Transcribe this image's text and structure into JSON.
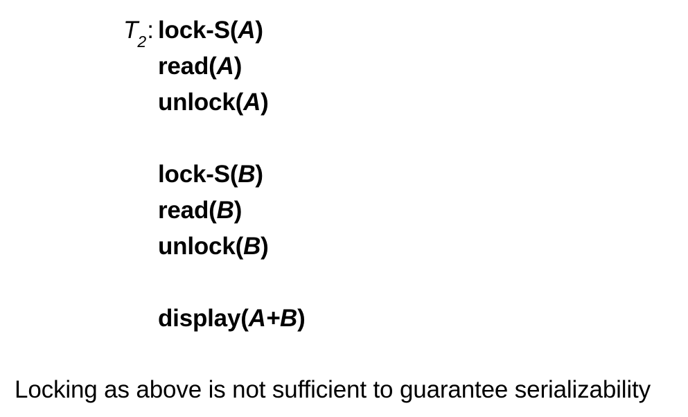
{
  "slide": {
    "background_color": "#ffffff",
    "text_color": "#000000",
    "transaction": {
      "label_base": "T",
      "label_subscript": "2",
      "label_colon": ":",
      "lines": [
        {
          "op": "lock-S",
          "open": "(",
          "arg": "A",
          "close": ")",
          "blank": false
        },
        {
          "op": "read",
          "open": "(",
          "arg": "A",
          "close": ")",
          "blank": false
        },
        {
          "op": "unlock",
          "open": "(",
          "arg": "A",
          "close": ")",
          "blank": false
        },
        {
          "op": "",
          "open": "",
          "arg": "",
          "close": "",
          "blank": true
        },
        {
          "op": "lock-S",
          "open": "(",
          "arg": "B",
          "close": ")",
          "blank": false
        },
        {
          "op": "read",
          "open": "(",
          "arg": "B",
          "close": ")",
          "blank": false
        },
        {
          "op": "unlock",
          "open": "(",
          "arg": "B",
          "close": ")",
          "blank": false
        },
        {
          "op": "",
          "open": "",
          "arg": "",
          "close": "",
          "blank": true
        },
        {
          "op": "display",
          "open": "(",
          "arg": "A+B",
          "close": ")",
          "blank": false
        }
      ]
    },
    "caption": "Locking as above is not sufficient to guarantee serializability"
  }
}
